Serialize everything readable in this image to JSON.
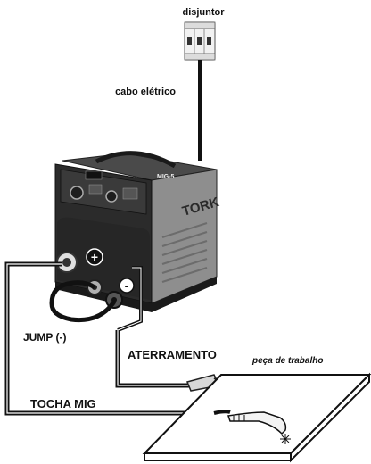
{
  "labels": {
    "disjuntor": "disjuntor",
    "cabo_eletrico": "cabo elétrico",
    "jump": "JUMP (-)",
    "aterramento": "ATERRAMENTO",
    "peca": "peça de trabalho",
    "tocha": "TOCHA MIG"
  },
  "machine": {
    "brand": "TORK",
    "model": "MIG-5",
    "positive_symbol": "+",
    "negative_symbol": "-"
  },
  "colors": {
    "cable": "#111111",
    "machine_body": "#2b2b2b",
    "machine_side": "#8a8a8a"
  }
}
